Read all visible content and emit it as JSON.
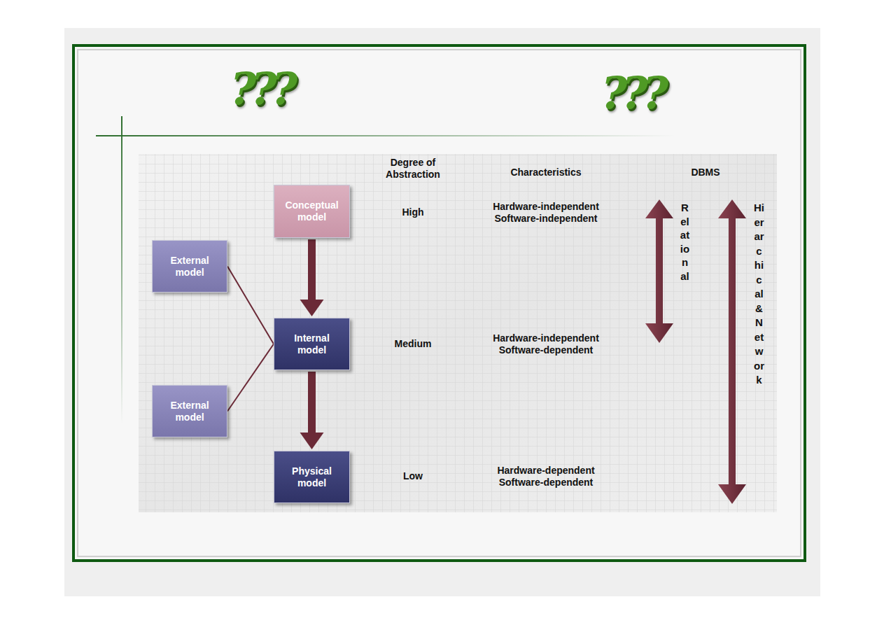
{
  "diagram": {
    "nodes": [
      {
        "text": [
          "Conceptual model"
        ]
      },
      {
        "text": [
          "External model"
        ]
      },
      {
        "text": [
          "Internal model"
        ]
      },
      {
        "text": [
          "External model"
        ]
      },
      {
        "text": [
          "Physical model"
        ]
      }
    ],
    "edges": [
      {
        "from": 0,
        "to": 2,
        "arrow": "to"
      },
      {
        "from": 2,
        "to": 4,
        "arrow": "to"
      },
      {
        "from": 1,
        "to": 2,
        "arrow": "none"
      },
      {
        "from": 3,
        "to": 2,
        "arrow": "none"
      }
    ],
    "labels": [
      "???",
      "???",
      "Degree of Abstraction",
      "Characteristics",
      "DBMS",
      "High",
      "Hardware-independent Software-independent",
      "Medium",
      "Hardware-independent Software-dependent",
      "Low",
      "Hardware-dependent Software-dependent",
      "Relational",
      "Hierarchical & Network"
    ]
  }
}
